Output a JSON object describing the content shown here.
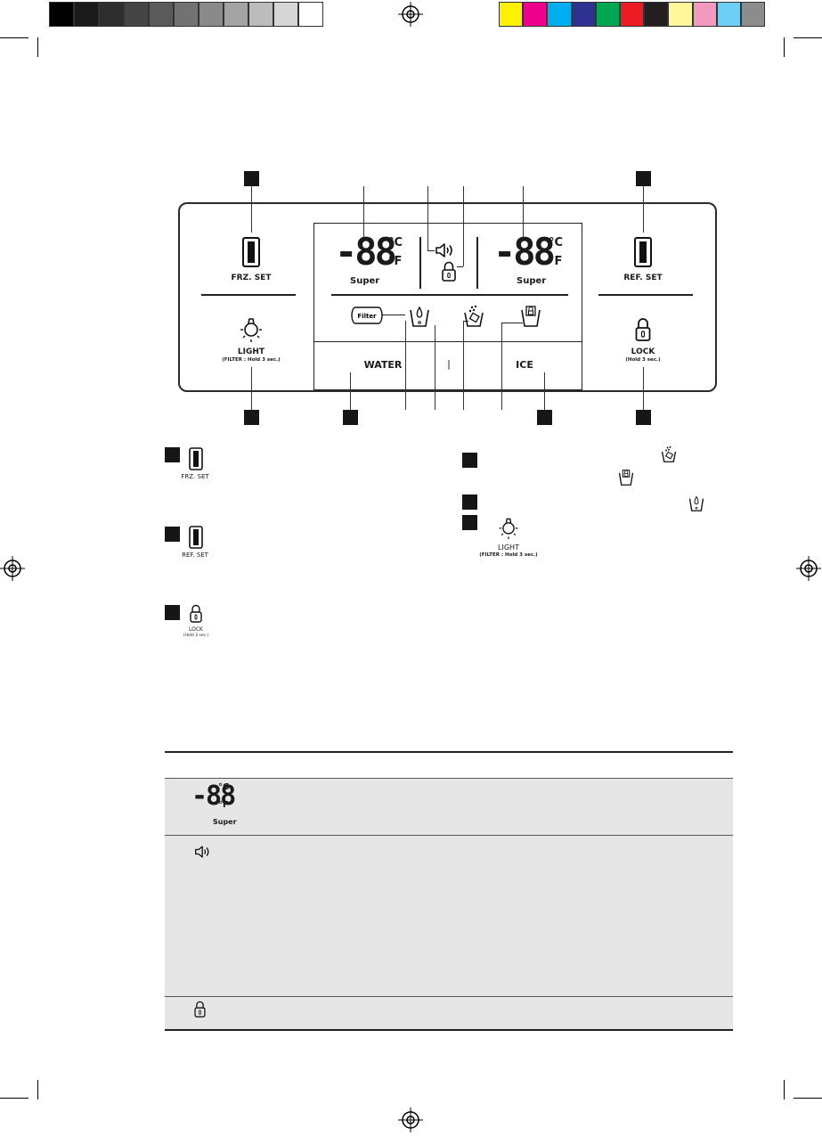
{
  "colors": {
    "grayscale_bar": [
      "#000000",
      "#1a1a1a",
      "#2e2e2e",
      "#444444",
      "#5a5a5a",
      "#727272",
      "#8a8a8a",
      "#a3a3a3",
      "#bcbcbc",
      "#d6d6d6",
      "#ffffff"
    ],
    "color_bar": [
      "#fff200",
      "#ec008c",
      "#00aeef",
      "#2e3192",
      "#00a651",
      "#ed1c24",
      "#231f20",
      "#fff799",
      "#f49ac1",
      "#6dcff6",
      "#8c8c8c"
    ],
    "table_row_bg": "#e6e6e6"
  },
  "panel": {
    "left_temp": {
      "digits": "-88",
      "unit_c": "°C",
      "unit_f": "°F",
      "super": "Super"
    },
    "right_temp": {
      "digits": "-88",
      "unit_c": "°C",
      "unit_f": "°F",
      "super": "Super"
    },
    "frz_set": "FRZ. SET",
    "ref_set": "REF. SET",
    "light": "LIGHT",
    "light_sub": "(FILTER : Hold 3 sec.)",
    "lock": "LOCK",
    "lock_sub": "(Hold 3 sec.)",
    "water": "WATER",
    "ice": "ICE",
    "separator": "|",
    "filter_label": "Filter"
  },
  "legend": {
    "frz_set": "FRZ. SET",
    "ref_set": "REF. SET",
    "lock": "LOCK",
    "lock_sub": "(Hold 3 sec.)",
    "light": "LIGHT",
    "light_sub": "(FILTER : Hold 3 sec.)"
  },
  "table": {
    "temp": {
      "digits": "-88",
      "unit_c": "°C",
      "unit_f": "°F",
      "super": "Super"
    }
  },
  "icons": [
    "sound-icon",
    "lock-icon",
    "filter-icon",
    "water-cup-icon",
    "cubed-ice-icon",
    "crushed-ice-icon",
    "light-bulb-icon",
    "button-icon"
  ]
}
